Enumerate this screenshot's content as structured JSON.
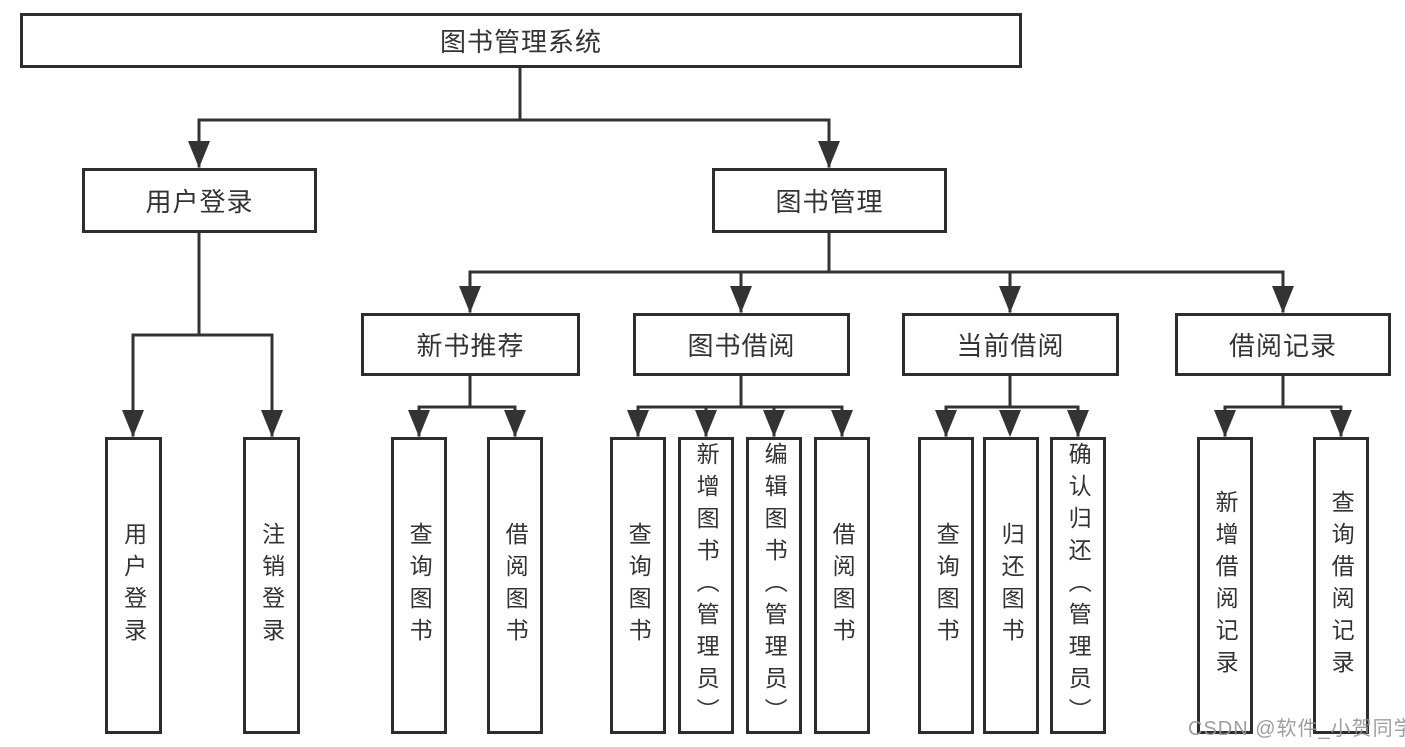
{
  "diagram": {
    "root": {
      "label": "图书管理系统"
    },
    "user_branch": {
      "label": "用户登录",
      "children": [
        {
          "label": "用户登录"
        },
        {
          "label": "注销登录"
        }
      ]
    },
    "book_branch": {
      "label": "图书管理",
      "sections": [
        {
          "label": "新书推荐",
          "children": [
            {
              "label": "查询图书"
            },
            {
              "label": "借阅图书"
            }
          ]
        },
        {
          "label": "图书借阅",
          "children": [
            {
              "label": "查询图书"
            },
            {
              "label": "新增图书（管理员）"
            },
            {
              "label": "编辑图书（管理员）"
            },
            {
              "label": "借阅图书"
            }
          ]
        },
        {
          "label": "当前借阅",
          "children": [
            {
              "label": "查询图书"
            },
            {
              "label": "归还图书"
            },
            {
              "label": "确认归还（管理员）"
            }
          ]
        },
        {
          "label": "借阅记录",
          "children": [
            {
              "label": "新增借阅记录"
            },
            {
              "label": "查询借阅记录"
            }
          ]
        }
      ]
    },
    "colors": {
      "line": "#333333",
      "box_border": "#2d2d2d",
      "text": "#333333",
      "background": "#ffffff",
      "watermark": "#969696"
    }
  },
  "watermark": {
    "text": "CSDN @软件_小贺同学"
  }
}
